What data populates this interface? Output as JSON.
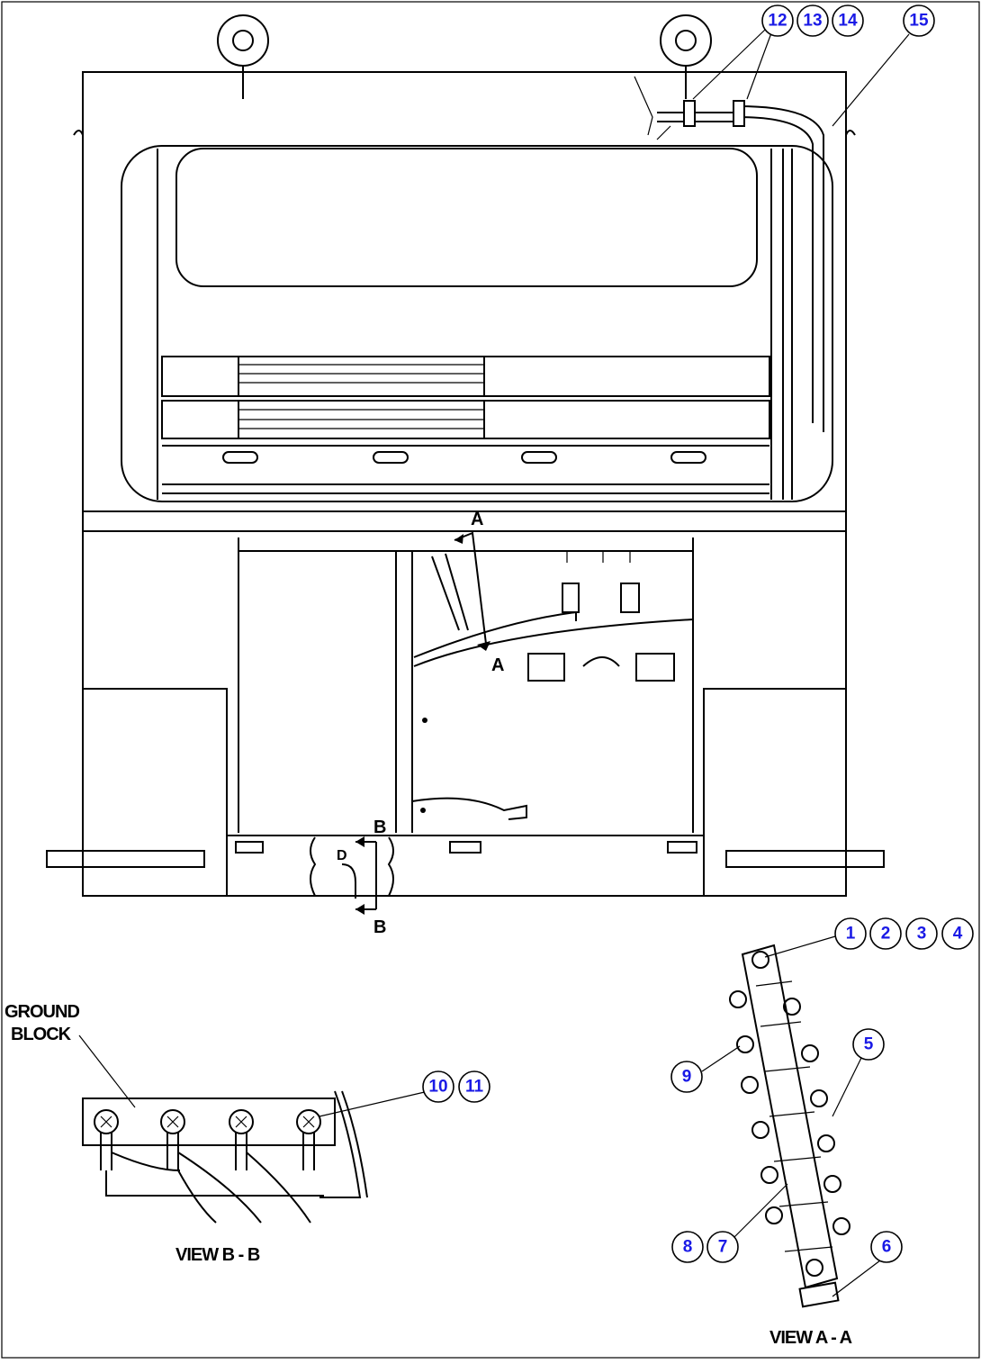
{
  "colors": {
    "callout_text": "#1a1ae6",
    "line": "#000000",
    "background": "#ffffff"
  },
  "callouts": {
    "c1": "1",
    "c2": "2",
    "c3": "3",
    "c4": "4",
    "c5": "5",
    "c6": "6",
    "c7": "7",
    "c8": "8",
    "c9": "9",
    "c10": "10",
    "c11": "11",
    "c12": "12",
    "c13": "13",
    "c14": "14",
    "c15": "15"
  },
  "section_marks": {
    "a_top": "A",
    "a_bottom": "A",
    "b_top": "B",
    "b_bottom": "B",
    "d": "D"
  },
  "labels": {
    "ground_block_1": "GROUND",
    "ground_block_2": "BLOCK",
    "view_b": "VIEW B - B",
    "view_a": "VIEW A - A"
  }
}
